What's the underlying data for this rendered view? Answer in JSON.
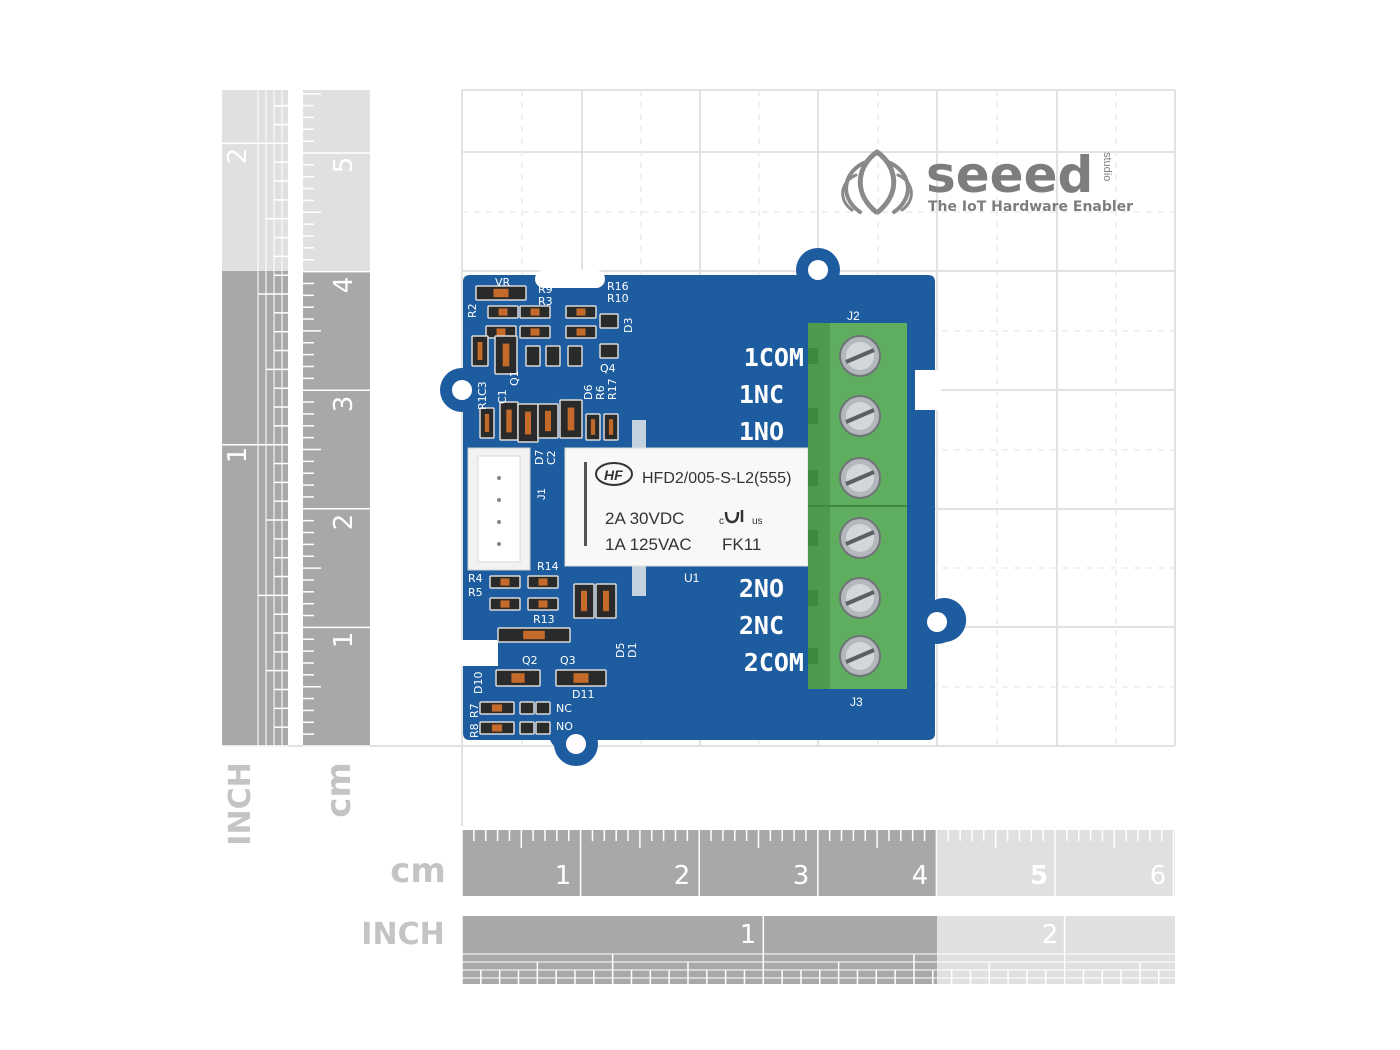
{
  "brand": {
    "name": "seeed",
    "suffix": "studio",
    "tagline": "The IoT Hardware Enabler"
  },
  "rulers": {
    "vertical_inch_label": "INCH",
    "vertical_cm_label": "cm",
    "horizontal_cm_label": "cm",
    "horizontal_inch_label": "INCH",
    "vertical_inch_numbers": [
      "2",
      "1"
    ],
    "vertical_cm_numbers": [
      "5",
      "4",
      "3",
      "2",
      "1"
    ],
    "horizontal_cm_numbers": [
      "1",
      "2",
      "3",
      "4",
      "5",
      "6"
    ],
    "horizontal_inch_numbers": [
      "1",
      "2"
    ]
  },
  "board": {
    "relay": {
      "part": "HFD2/005-S-L2(555)",
      "rating_dc": "2A 30VDC",
      "rating_ac": "1A 125VAC",
      "cert": "FK11",
      "cert_mark": "c",
      "cert_us": "us",
      "logo": "HF"
    },
    "terminal_labels": [
      "1COM",
      "1NC",
      "1NO",
      "2NO",
      "2NC",
      "2COM"
    ],
    "connectors": {
      "j1": "J1",
      "j2": "J2",
      "j3": "J3",
      "u1": "U1"
    },
    "silkscreen": [
      "R16",
      "R10",
      "R9",
      "R3",
      "R2",
      "C3",
      "Q1",
      "C1",
      "R1",
      "D3",
      "Q4",
      "R17",
      "R6",
      "D6",
      "D7",
      "C2",
      "R4",
      "R5",
      "R14",
      "R13",
      "Q2",
      "Q3",
      "D5",
      "D1",
      "D10",
      "D11",
      "R8",
      "R7",
      "NC",
      "NO",
      "VR"
    ]
  }
}
